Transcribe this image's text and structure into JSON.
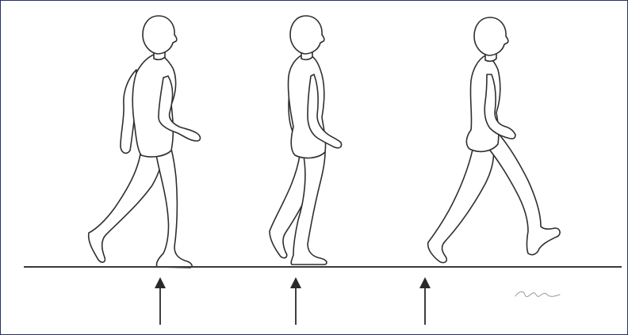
{
  "figures": [
    {
      "name": "walking-child-phase-1"
    },
    {
      "name": "walking-child-phase-2"
    },
    {
      "name": "walking-child-phase-3"
    }
  ],
  "markers": [
    "arrow-up",
    "arrow-up",
    "arrow-up"
  ],
  "colors": {
    "frame_border": "#27306b",
    "outline": "#2f2f2f",
    "ground": "#3a3a3a",
    "signature": "#9a9a9a"
  }
}
